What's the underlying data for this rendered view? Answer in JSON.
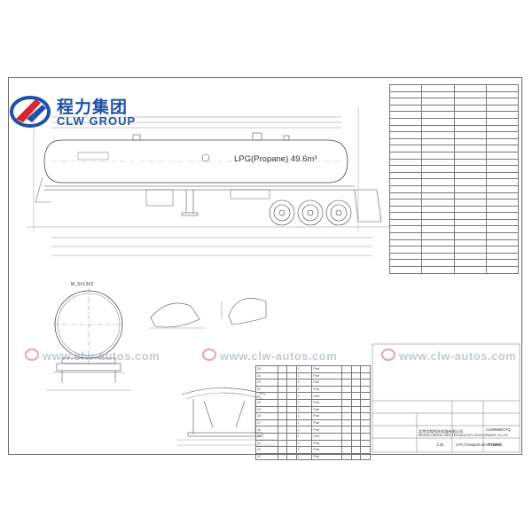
{
  "brand": {
    "name_cn": "程力集团",
    "name_en": "CLW GROUP",
    "colors": {
      "blue": "#1f4fa8",
      "red": "#d8262b"
    }
  },
  "watermark": "www.clw-autos.com",
  "drawing": {
    "tank_label": "LPG(Propane) 49.6m³",
    "section_label": "M_SVL3X2"
  },
  "spec_rows": [
    [
      "",
      "",
      "",
      ""
    ],
    [
      "",
      "",
      "",
      ""
    ],
    [
      "",
      "",
      "",
      ""
    ],
    [
      "",
      "",
      "",
      ""
    ],
    [
      "",
      "",
      "",
      ""
    ],
    [
      "",
      "",
      "",
      ""
    ],
    [
      "",
      "",
      "",
      ""
    ],
    [
      "",
      "",
      "",
      ""
    ],
    [
      "",
      "",
      "",
      ""
    ],
    [
      "",
      "",
      "",
      ""
    ],
    [
      "",
      "",
      "",
      ""
    ],
    [
      "",
      "",
      "",
      ""
    ],
    [
      "",
      "",
      "",
      ""
    ],
    [
      "",
      "",
      "",
      ""
    ],
    [
      "",
      "",
      "",
      ""
    ],
    [
      "",
      "",
      "",
      ""
    ],
    [
      "",
      "",
      "",
      ""
    ],
    [
      "",
      "",
      "",
      ""
    ],
    [
      "",
      "",
      "",
      ""
    ],
    [
      "",
      "",
      "",
      ""
    ],
    [
      "",
      "",
      "",
      ""
    ],
    [
      "",
      "",
      "",
      ""
    ],
    [
      "",
      "",
      "",
      ""
    ],
    [
      "",
      "",
      "",
      ""
    ],
    [
      "",
      "",
      "",
      ""
    ],
    [
      "",
      "",
      "",
      ""
    ],
    [
      "",
      "",
      "",
      ""
    ],
    [
      "",
      "",
      "",
      ""
    ]
  ],
  "parts_rows": [
    [
      "25",
      "",
      "",
      "1",
      "Part",
      "",
      "",
      ""
    ],
    [
      "24",
      "",
      "",
      "1",
      "Part",
      "",
      "",
      ""
    ],
    [
      "23",
      "",
      "",
      "1",
      "Part",
      "",
      "",
      ""
    ],
    [
      "22",
      "",
      "",
      "1",
      "Part",
      "",
      "",
      ""
    ],
    [
      "21",
      "",
      "",
      "1",
      "Part",
      "",
      "",
      ""
    ],
    [
      "20",
      "",
      "",
      "1",
      "Part",
      "",
      "",
      ""
    ],
    [
      "19",
      "",
      "",
      "1",
      "Part",
      "",
      "",
      ""
    ],
    [
      "18",
      "",
      "",
      "1",
      "Part",
      "",
      "",
      ""
    ],
    [
      "17",
      "",
      "",
      "1",
      "Part",
      "",
      "",
      ""
    ],
    [
      "16",
      "",
      "",
      "1",
      "Part",
      "",
      "",
      ""
    ],
    [
      "15",
      "",
      "",
      "1",
      "Part",
      "",
      "",
      ""
    ],
    [
      "14",
      "",
      "",
      "1",
      "Part",
      "",
      "",
      ""
    ],
    [
      "13",
      "",
      "",
      "1",
      "Part",
      "",
      "",
      ""
    ],
    [
      "12",
      "",
      "",
      "1",
      "Part",
      "",
      "",
      ""
    ]
  ],
  "title_block": {
    "company_cn": "北京龙程科技发展有限公司",
    "company_en": "BEIJING GREEN CHEN TECHNOLOGY DEVELOPMENT CO.LTD",
    "drawing_title": "LPG Transport Semi-Trailer",
    "scale": "1:25",
    "drawing_no": "CLW9550GYQ",
    "code": "TYJ3-00"
  }
}
